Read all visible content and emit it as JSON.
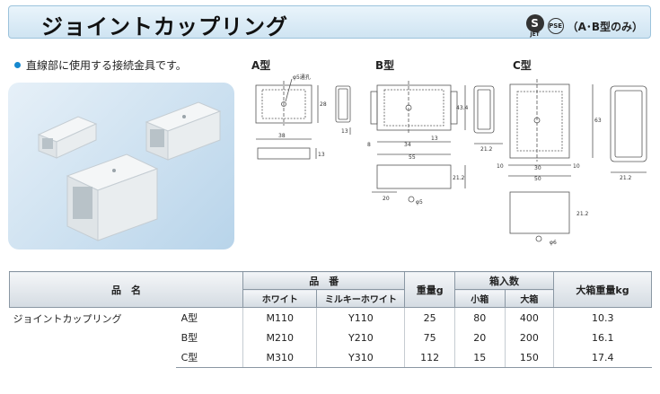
{
  "title": "ジョイントカップリング",
  "cert": {
    "s_mark": "S",
    "jet": "JET",
    "pse": "PSE",
    "note": "（A･B型のみ）"
  },
  "description": "直線部に使用する接続金具です。",
  "types": {
    "a": "A型",
    "b": "B型",
    "c": "C型"
  },
  "dims": {
    "a": {
      "hole": "φ5通孔",
      "height": "28",
      "side": "13",
      "width": "38",
      "depth": "13"
    },
    "b": {
      "height": "43.4",
      "gap": "8",
      "w1": "34",
      "w2": "13",
      "overall": "55",
      "side": "21.2",
      "d2": "21.2",
      "c1": "20",
      "hole": "φ5"
    },
    "c": {
      "height": "63",
      "side": "21.2",
      "c1": "10",
      "mid": "30",
      "c2": "10",
      "overall": "50",
      "d2": "21.2",
      "hole": "φ6"
    }
  },
  "table": {
    "headers": {
      "name": "品　名",
      "part_no": "品　番",
      "white": "ホワイト",
      "milky": "ミルキーホワイト",
      "weight": "重量g",
      "qty": "箱入数",
      "small": "小箱",
      "large": "大箱",
      "box_weight": "大箱重量kg"
    },
    "product_name": "ジョイントカップリング",
    "rows": [
      {
        "type": "A型",
        "white": "M110",
        "milky": "Y110",
        "weight": "25",
        "small": "80",
        "large": "400",
        "box_weight": "10.3"
      },
      {
        "type": "B型",
        "white": "M210",
        "milky": "Y210",
        "weight": "75",
        "small": "20",
        "large": "200",
        "box_weight": "16.1"
      },
      {
        "type": "C型",
        "white": "M310",
        "milky": "Y310",
        "weight": "112",
        "small": "15",
        "large": "150",
        "box_weight": "17.4"
      }
    ]
  }
}
